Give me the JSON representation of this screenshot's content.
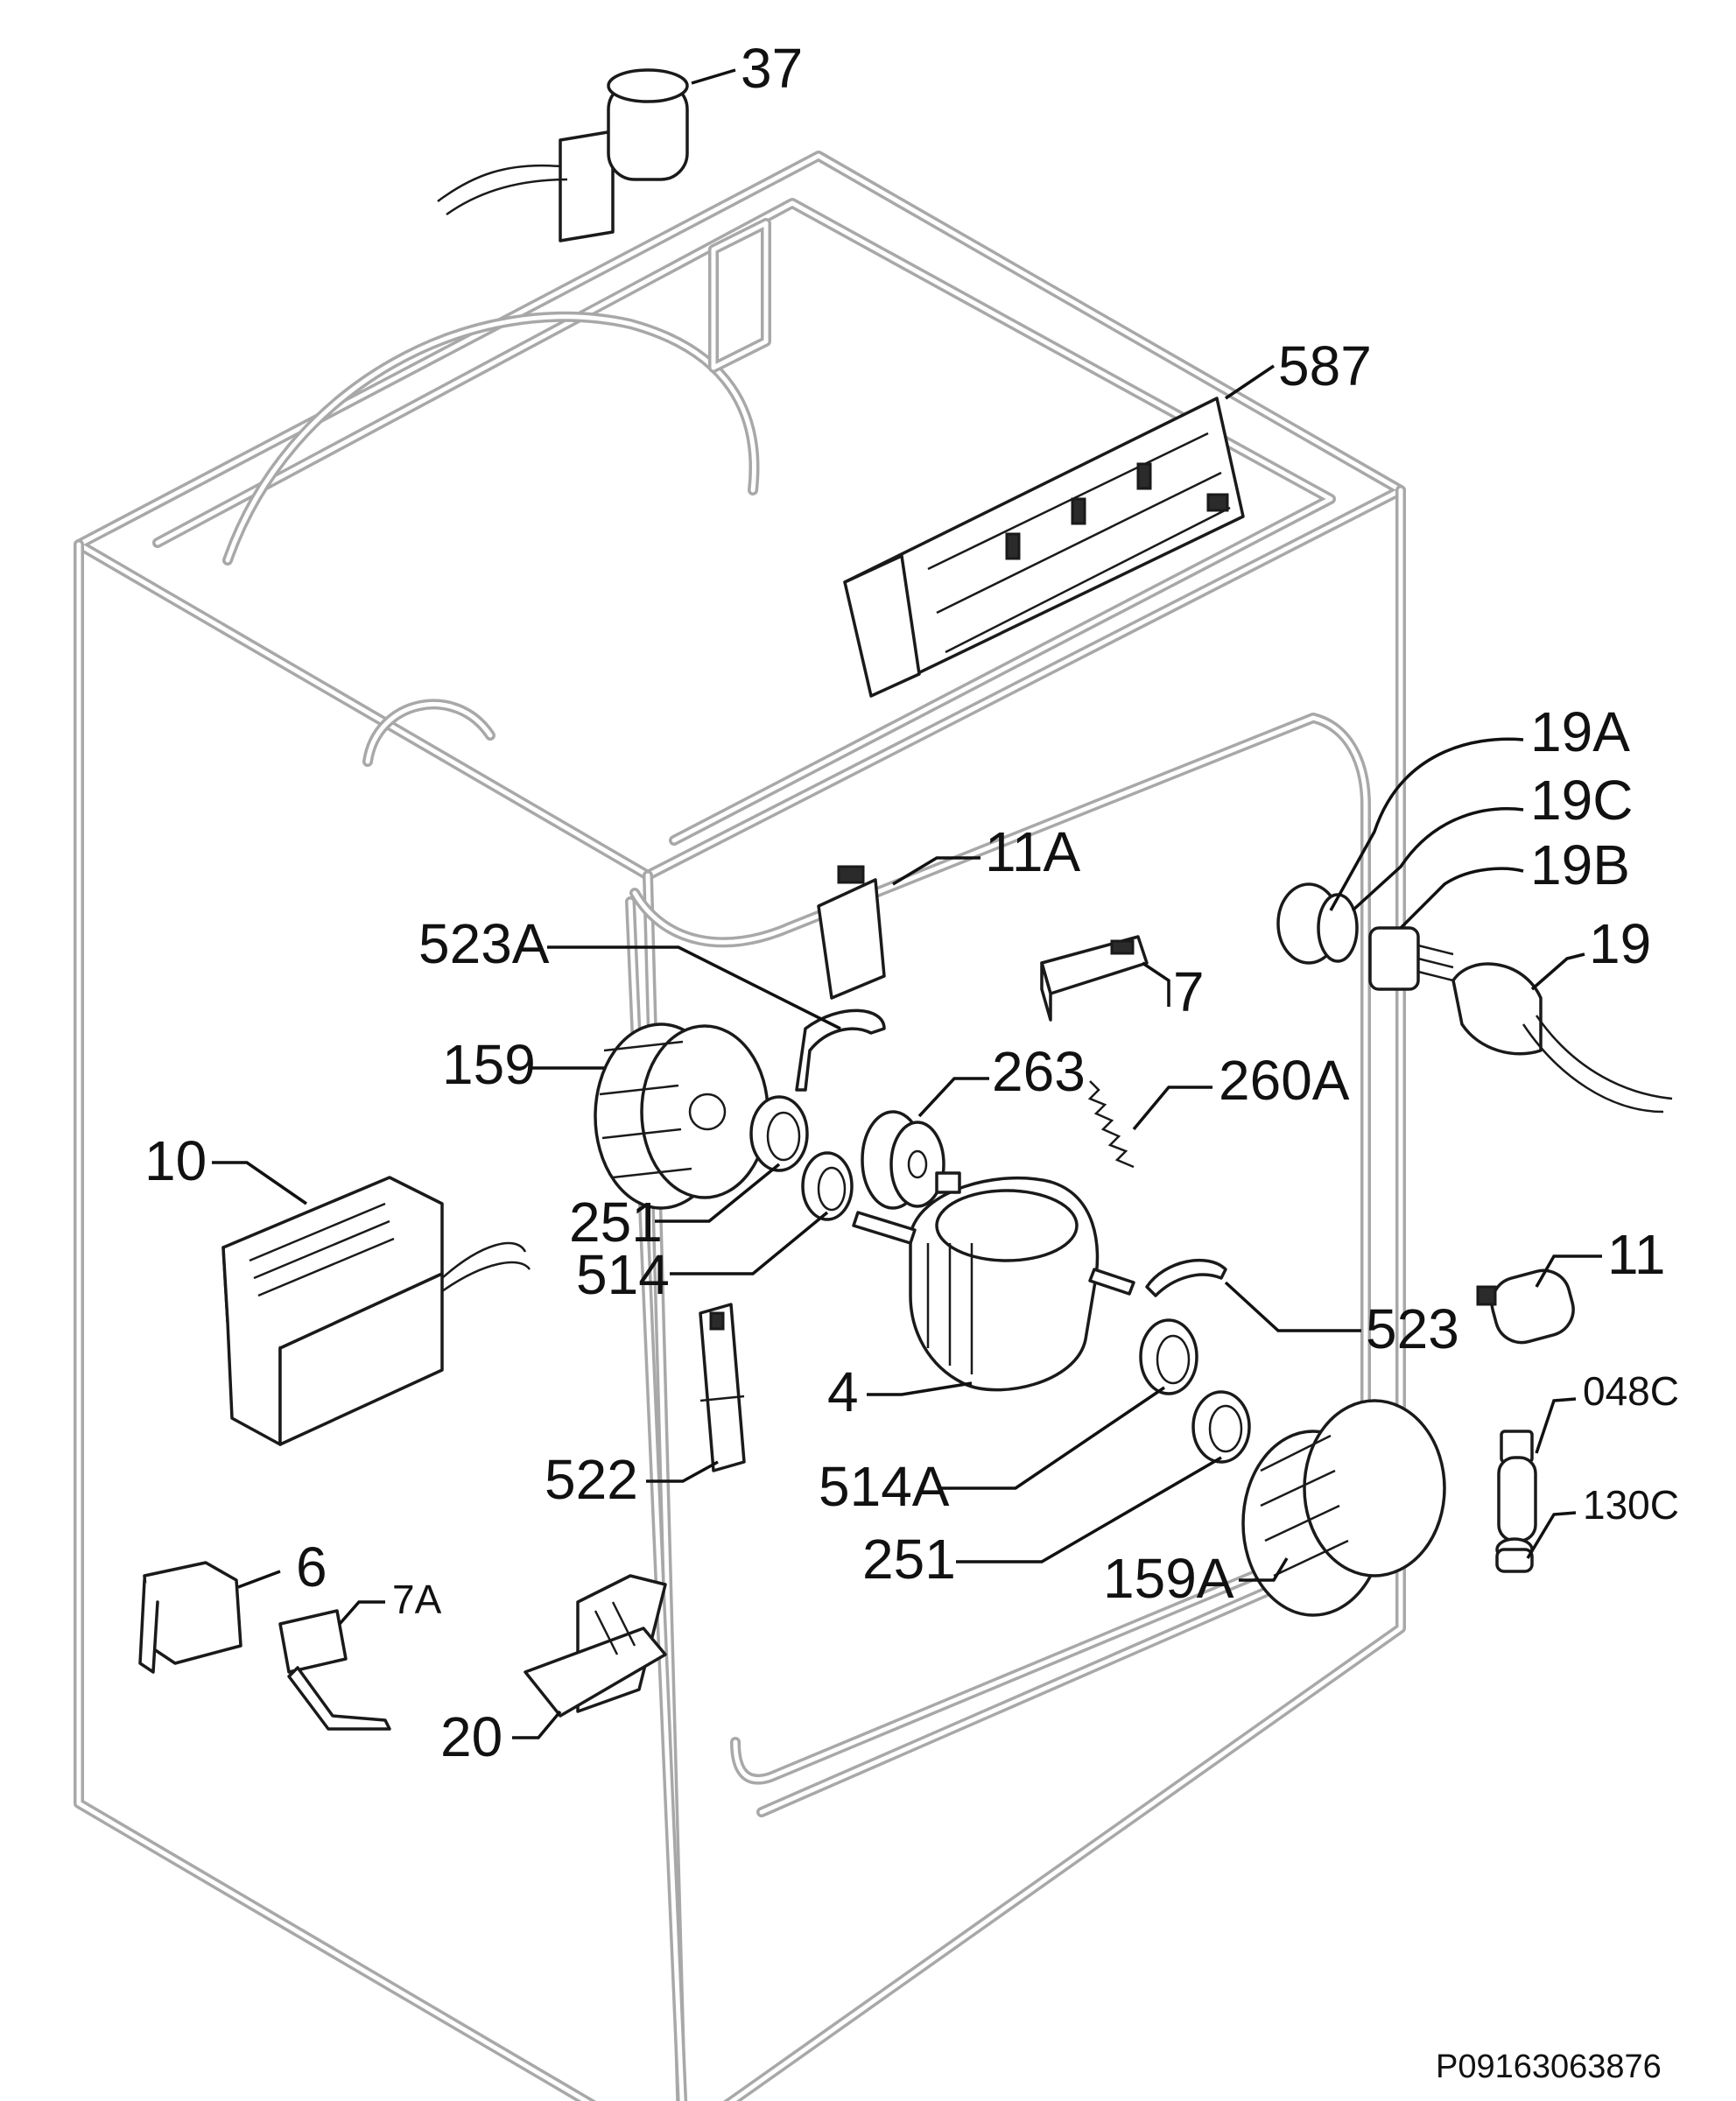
{
  "diagram": {
    "document_id": "P09163063876",
    "callouts": [
      {
        "id": "37",
        "text": "37"
      },
      {
        "id": "587",
        "text": "587"
      },
      {
        "id": "19A",
        "text": "19A"
      },
      {
        "id": "19C",
        "text": "19C"
      },
      {
        "id": "19B",
        "text": "19B"
      },
      {
        "id": "19",
        "text": "19"
      },
      {
        "id": "11A",
        "text": "11A"
      },
      {
        "id": "523A",
        "text": "523A"
      },
      {
        "id": "7",
        "text": "7"
      },
      {
        "id": "159",
        "text": "159"
      },
      {
        "id": "263",
        "text": "263"
      },
      {
        "id": "260A",
        "text": "260A"
      },
      {
        "id": "10",
        "text": "10"
      },
      {
        "id": "251a",
        "text": "251"
      },
      {
        "id": "514",
        "text": "514"
      },
      {
        "id": "11",
        "text": "11"
      },
      {
        "id": "523",
        "text": "523"
      },
      {
        "id": "4",
        "text": "4"
      },
      {
        "id": "048C",
        "text": "048C"
      },
      {
        "id": "514A",
        "text": "514A"
      },
      {
        "id": "130C",
        "text": "130C"
      },
      {
        "id": "522",
        "text": "522"
      },
      {
        "id": "251b",
        "text": "251"
      },
      {
        "id": "159A",
        "text": "159A"
      },
      {
        "id": "6",
        "text": "6"
      },
      {
        "id": "7A",
        "text": "7A"
      },
      {
        "id": "20",
        "text": "20"
      }
    ]
  }
}
